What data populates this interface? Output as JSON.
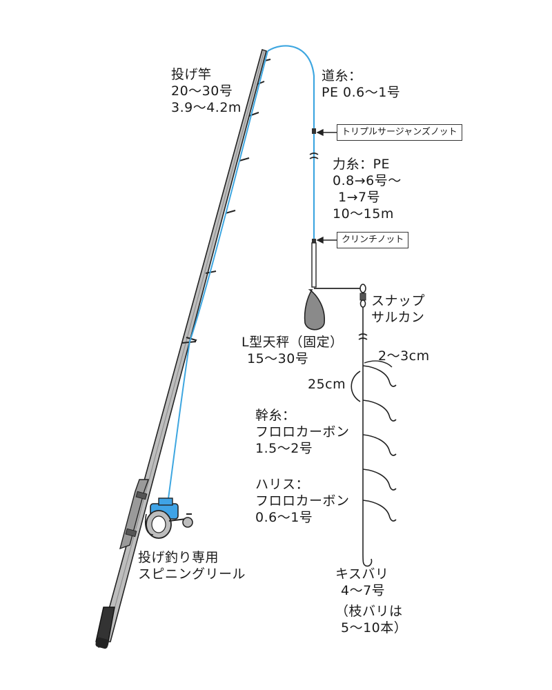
{
  "labels": {
    "rod": [
      "投げ竿",
      "20～30号",
      "3.9～4.2m"
    ],
    "main_line": [
      "道糸：",
      "PE 0.6～1号"
    ],
    "shock_leader": [
      "力糸：PE",
      "0.8→6号～",
      "1→7号",
      "10～15m"
    ],
    "tenbin": [
      "L型天秤（固定）",
      "15～30号"
    ],
    "snap": [
      "スナップ",
      "サルカン"
    ],
    "branch_length": "2～3cm",
    "spacing": "25cm",
    "mainline_rig": [
      "幹糸：",
      "フロロカーボン",
      "1.5～2号"
    ],
    "harisu": [
      "ハリス：",
      "フロロカーボン",
      "0.6～1号"
    ],
    "reel": [
      "投げ釣り専用",
      "スピニングリール"
    ],
    "hook": [
      "キスバリ",
      "4～7号",
      "（枝バリは",
      "5～10本）"
    ]
  },
  "knots": {
    "triple_surgeon": "トリプルサージャンズノット",
    "clinch": "クリンチノット"
  },
  "colors": {
    "line_blue": "#3da6e0",
    "ink": "#1a1a1a",
    "rod_gray": "#9a9a9a",
    "sinker_gray": "#8a8a8a",
    "reel_blue": "#3fa3e6"
  },
  "icons": [
    "fishing-rod-icon",
    "spinning-reel-icon",
    "sinker-icon",
    "hook-icon",
    "swivel-icon"
  ]
}
